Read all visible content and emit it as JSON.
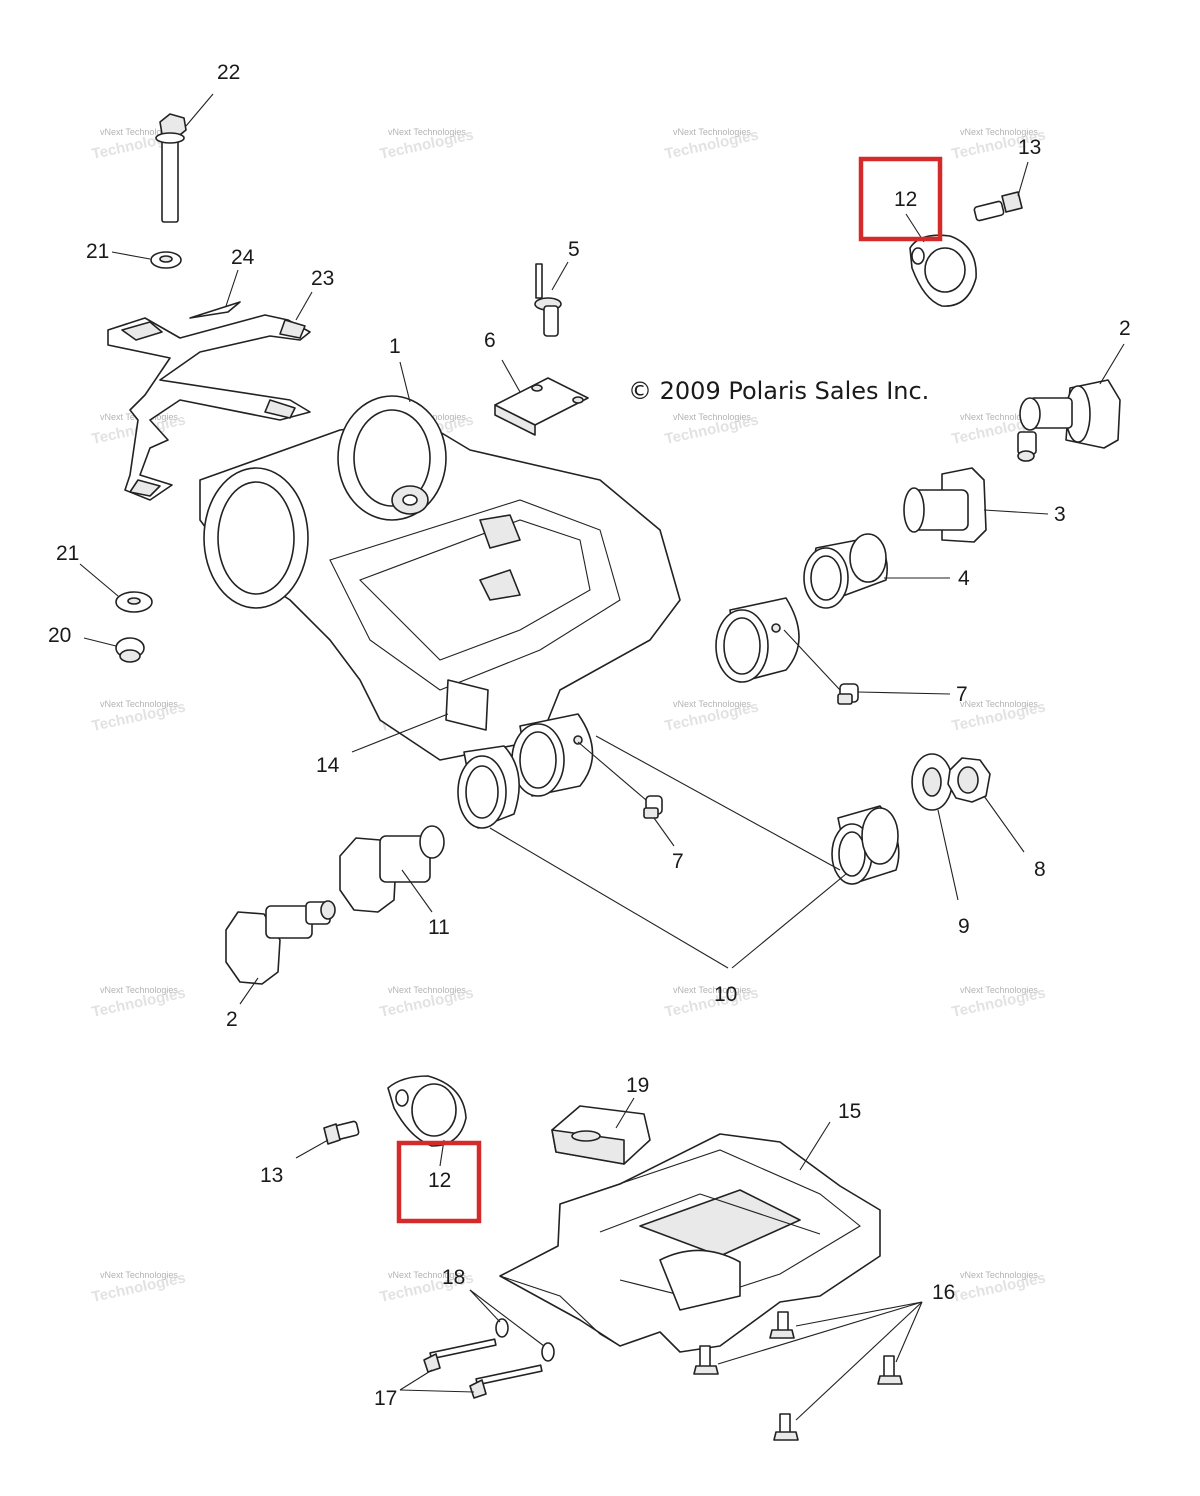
{
  "copyright": "© 2009 Polaris Sales Inc.",
  "watermark": {
    "line1": "vNext Technologies",
    "line2": "Technologies"
  },
  "highlight_color": "#d42a2a",
  "callouts": {
    "c1": "1",
    "c2a": "2",
    "c2b": "2",
    "c3": "3",
    "c4": "4",
    "c5": "5",
    "c6": "6",
    "c7a": "7",
    "c7b": "7",
    "c8": "8",
    "c9": "9",
    "c10": "10",
    "c11": "11",
    "c12a": "12",
    "c12b": "12",
    "c13a": "13",
    "c13b": "13",
    "c14": "14",
    "c15": "15",
    "c16": "16",
    "c17": "17",
    "c18": "18",
    "c19": "19",
    "c20": "20",
    "c21a": "21",
    "c21b": "21",
    "c22": "22",
    "c23": "23",
    "c24": "24"
  }
}
